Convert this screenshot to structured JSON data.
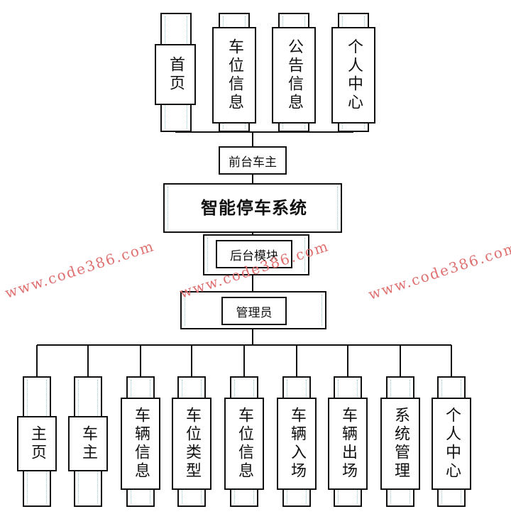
{
  "diagram": {
    "root": "智能停车系统",
    "front": {
      "label": "前台车主",
      "children": [
        "首页",
        "车位信息",
        "公告信息",
        "个人中心"
      ]
    },
    "back": {
      "label": "后台模块",
      "admin": "管理员",
      "children": [
        "主页",
        "车主",
        "车辆信息",
        "车位类型",
        "车位信息",
        "车辆入场",
        "车辆出场",
        "系统管理",
        "个人中心"
      ]
    }
  },
  "watermark": "www.code386.com"
}
